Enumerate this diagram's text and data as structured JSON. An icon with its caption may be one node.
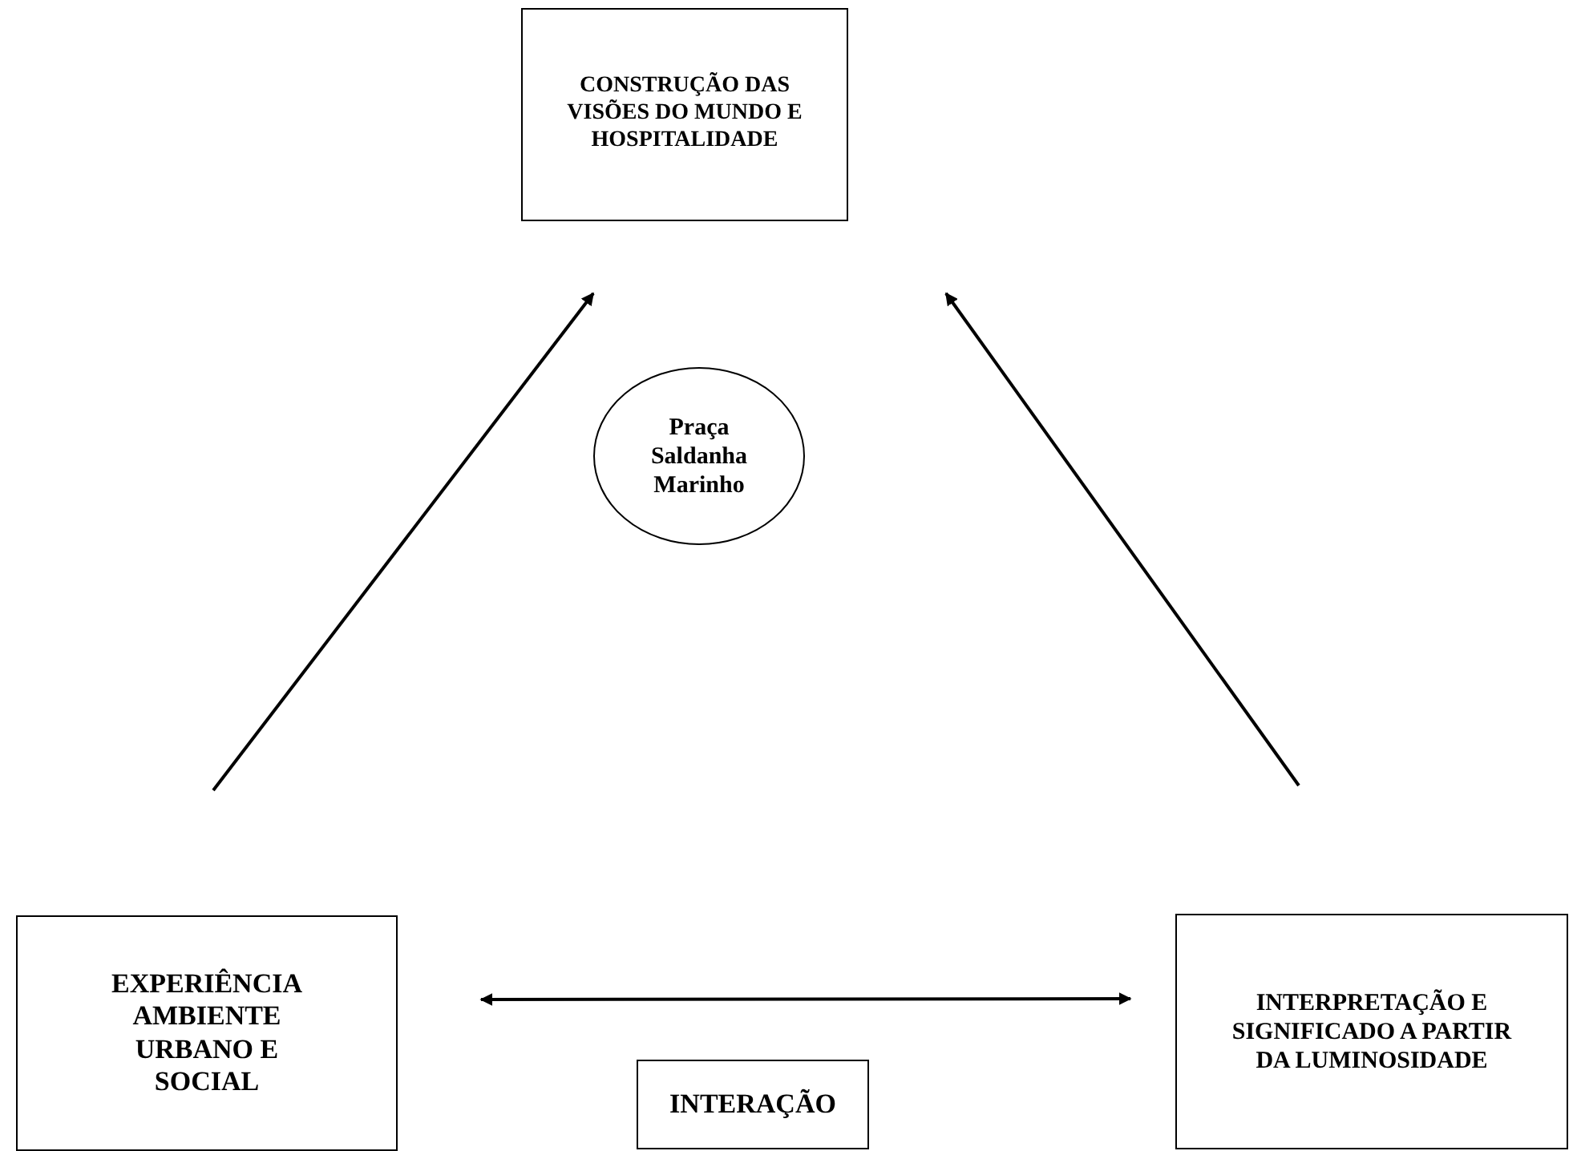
{
  "diagram": {
    "nodes": [
      {
        "text": [
          "CONSTRUÇÃO DAS VISÕES DO MUNDO E HOSPITALIDADE"
        ]
      },
      {
        "text": [
          "Praça Saldanha Marinho"
        ]
      },
      {
        "text": [
          "EXPERIÊNCIA AMBIENTE URBANO E SOCIAL"
        ]
      },
      {
        "text": [
          "INTERPRETAÇÃO E SIGNIFICADO A PARTIR DA LUMINOSIDADE"
        ]
      },
      {
        "text": [
          "INTERAÇÃO"
        ]
      }
    ],
    "edges": [
      {
        "from": null,
        "to": 0,
        "arrow": "to"
      },
      {
        "from": null,
        "to": 0,
        "arrow": "to"
      },
      {
        "from": 2,
        "to": 3,
        "arrow": "both"
      }
    ]
  }
}
